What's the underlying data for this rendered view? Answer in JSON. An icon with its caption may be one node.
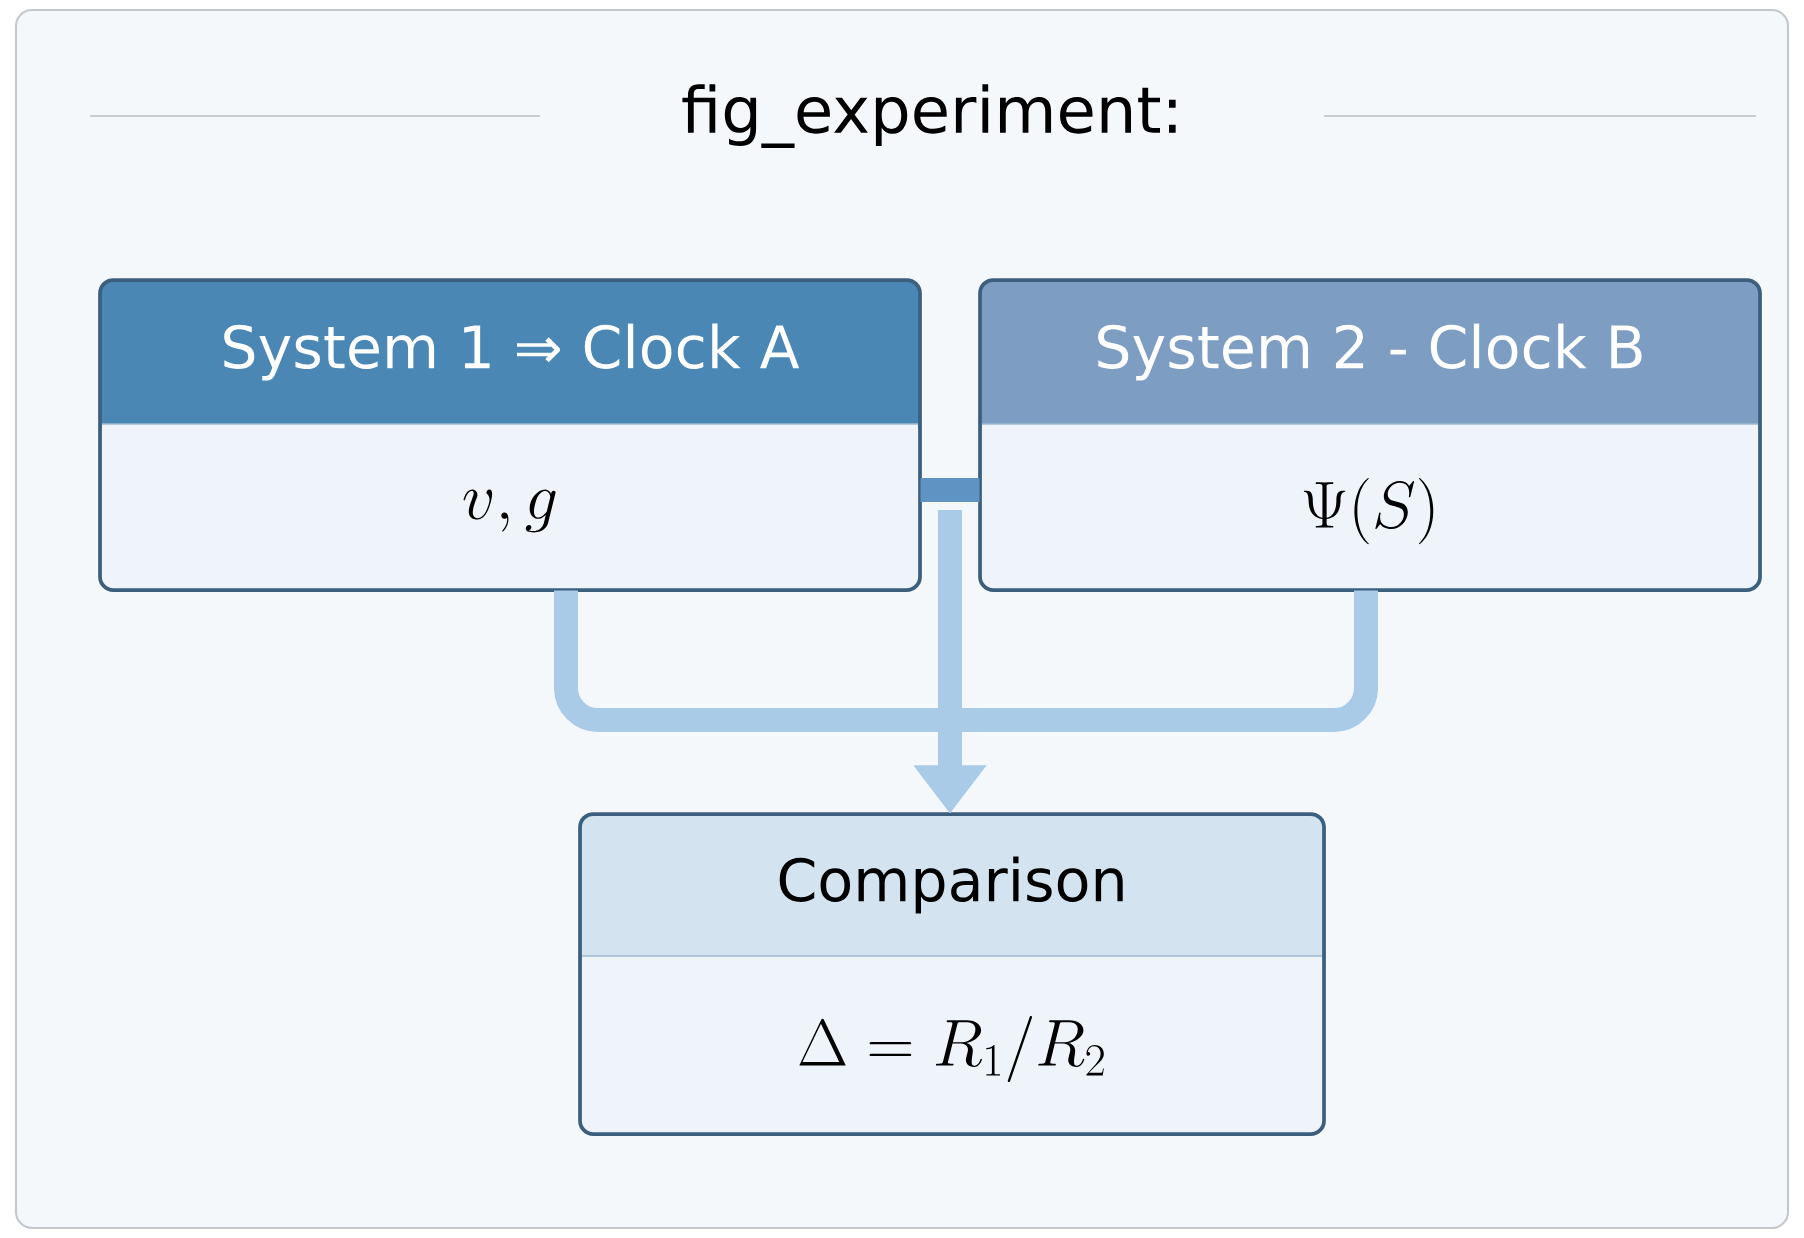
{
  "diagram": {
    "title": "fig_experiment:",
    "nodes": [
      {
        "text": [
          "System 1 ⇒ Clock A",
          "v, g"
        ]
      },
      {
        "text": [
          "System 2 - Clock B",
          "\\Psi(S)"
        ]
      },
      {
        "text": [
          "Comparison",
          "\\Delta = R_1 / R_2"
        ]
      }
    ],
    "edges": [
      {
        "from": 0,
        "to": 2,
        "arrow": "to"
      },
      {
        "from": 1,
        "to": 2,
        "arrow": "to"
      },
      {
        "from": 0,
        "to": 1,
        "arrow": "none",
        "color": "#5f93c3"
      }
    ]
  }
}
